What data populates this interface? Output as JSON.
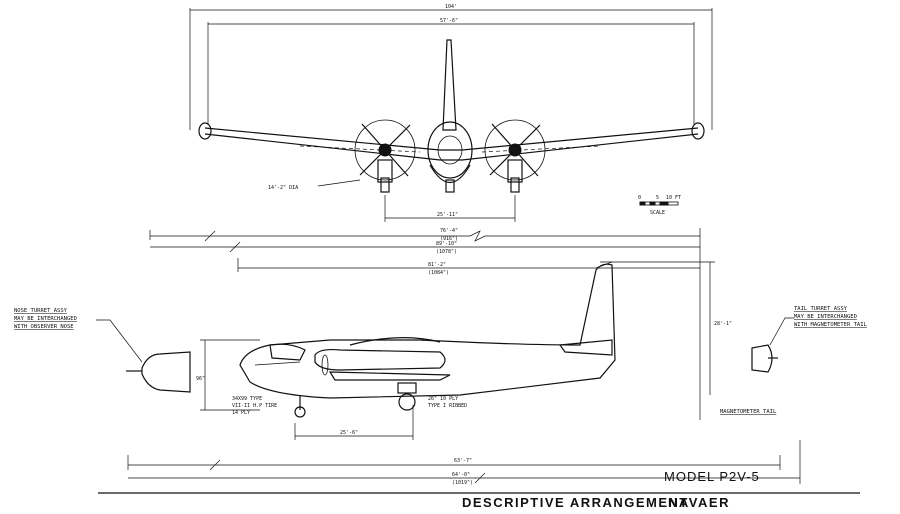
{
  "front_view": {
    "span_label": "104'",
    "tail_span_label": "57'-6\"",
    "prop_dia_label": "14'-2\" DIA",
    "tread_label": "25'-11\""
  },
  "scale": {
    "label": "SCALE",
    "ticks": [
      "0",
      "5",
      "10 FT"
    ]
  },
  "side_view": {
    "length_label": "76'-4\"",
    "length_sub": "(916\")",
    "length2_label": "89'-10\"",
    "length2_sub": "(1078\")",
    "fuselage_label": "81'-2\"",
    "fuselage_sub": "(1084\")",
    "height_label": "28'-1\"",
    "nose_height_label": "96\"",
    "tire_label_1": "34X99 TYPE",
    "tire_label_2": "VII-II  H.P TIRE",
    "tire_label_3": "14 PLY",
    "tail_tire_label_1": "26\" 10 PLY",
    "tail_tire_label_2": "TYPE I RIBBED",
    "wheelbase_label": "25'-6\"",
    "bottom_label_1": "63'-7\"",
    "bottom_label_2": "64'-0\"",
    "bottom_sub": "(1019\")"
  },
  "notes": {
    "nose_1": "NOSE TURRET ASSY",
    "nose_2": "MAY BE INTERCHANGED",
    "nose_3": "WITH OBSERVER NOSE",
    "tail_1": "TAIL TURRET ASSY",
    "tail_2": "MAY BE INTERCHANGED",
    "tail_3": "WITH MAGNETOMETER TAIL",
    "magnetometer": "MAGNETOMETER TAIL"
  },
  "model_label": "MODEL P2V-5",
  "footer": {
    "left": "DESCRIPTIVE ARRANGEMENT",
    "right": "NAVAER"
  }
}
